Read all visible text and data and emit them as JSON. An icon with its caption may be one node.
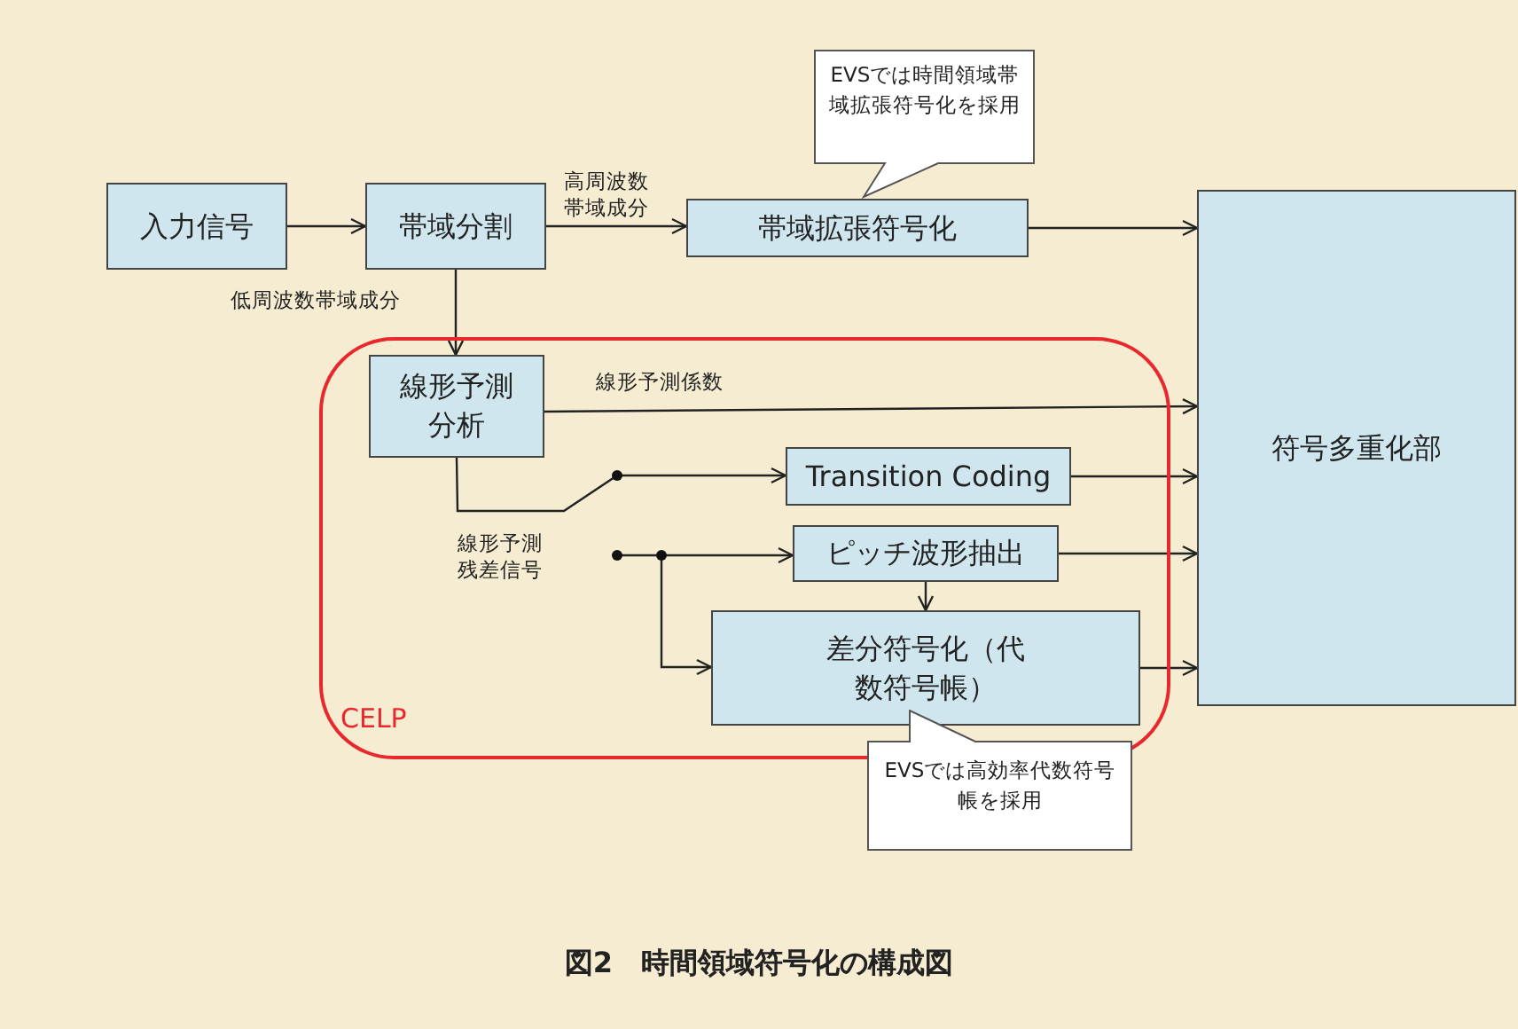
{
  "diagram": {
    "caption": "図2　時間領域符号化の構成図",
    "nodes": [
      {
        "text": [
          "入力信号"
        ]
      },
      {
        "text": [
          "帯域分割"
        ]
      },
      {
        "text": [
          "帯域拡張符号化"
        ]
      },
      {
        "text": [
          "EVSでは時間領域帯域拡張符号化を採用"
        ]
      },
      {
        "text": [
          "符号多重化部"
        ]
      },
      {
        "text": [
          "CELP"
        ]
      },
      {
        "text": [
          "線形予測分析"
        ],
        "in": 5
      },
      {
        "text": [
          "Transition Coding"
        ],
        "in": 5
      },
      {
        "text": [
          "ピッチ波形抽出"
        ],
        "in": 5
      },
      {
        "text": [
          "差分符号化（代数符号帳）"
        ],
        "in": 5
      },
      {
        "text": [
          "EVSでは高効率代数符号帳を採用"
        ]
      }
    ],
    "edges": [
      {
        "from": 0,
        "to": 1,
        "arrow": "to"
      },
      {
        "from": 1,
        "to": 2,
        "arrow": "to",
        "label": "高周波数帯域成分"
      },
      {
        "from": 1,
        "to": 6,
        "arrow": "to",
        "label": "低周波数帯域成分"
      },
      {
        "from": 2,
        "to": 4,
        "arrow": "to"
      },
      {
        "from": 6,
        "to": 4,
        "arrow": "to",
        "label": "線形予測係数"
      },
      {
        "from": 7,
        "to": 4,
        "arrow": "to"
      },
      {
        "from": 8,
        "to": 4,
        "arrow": "to"
      },
      {
        "from": 9,
        "to": 4,
        "arrow": "to"
      },
      {
        "from": 6,
        "to": 7,
        "arrow": "to",
        "label": "線形予測残差信号"
      },
      {
        "from": null,
        "to": 8,
        "arrow": "to"
      },
      {
        "from": null,
        "to": 9,
        "arrow": "to"
      },
      {
        "from": 8,
        "to": 9,
        "arrow": "to"
      }
    ]
  }
}
